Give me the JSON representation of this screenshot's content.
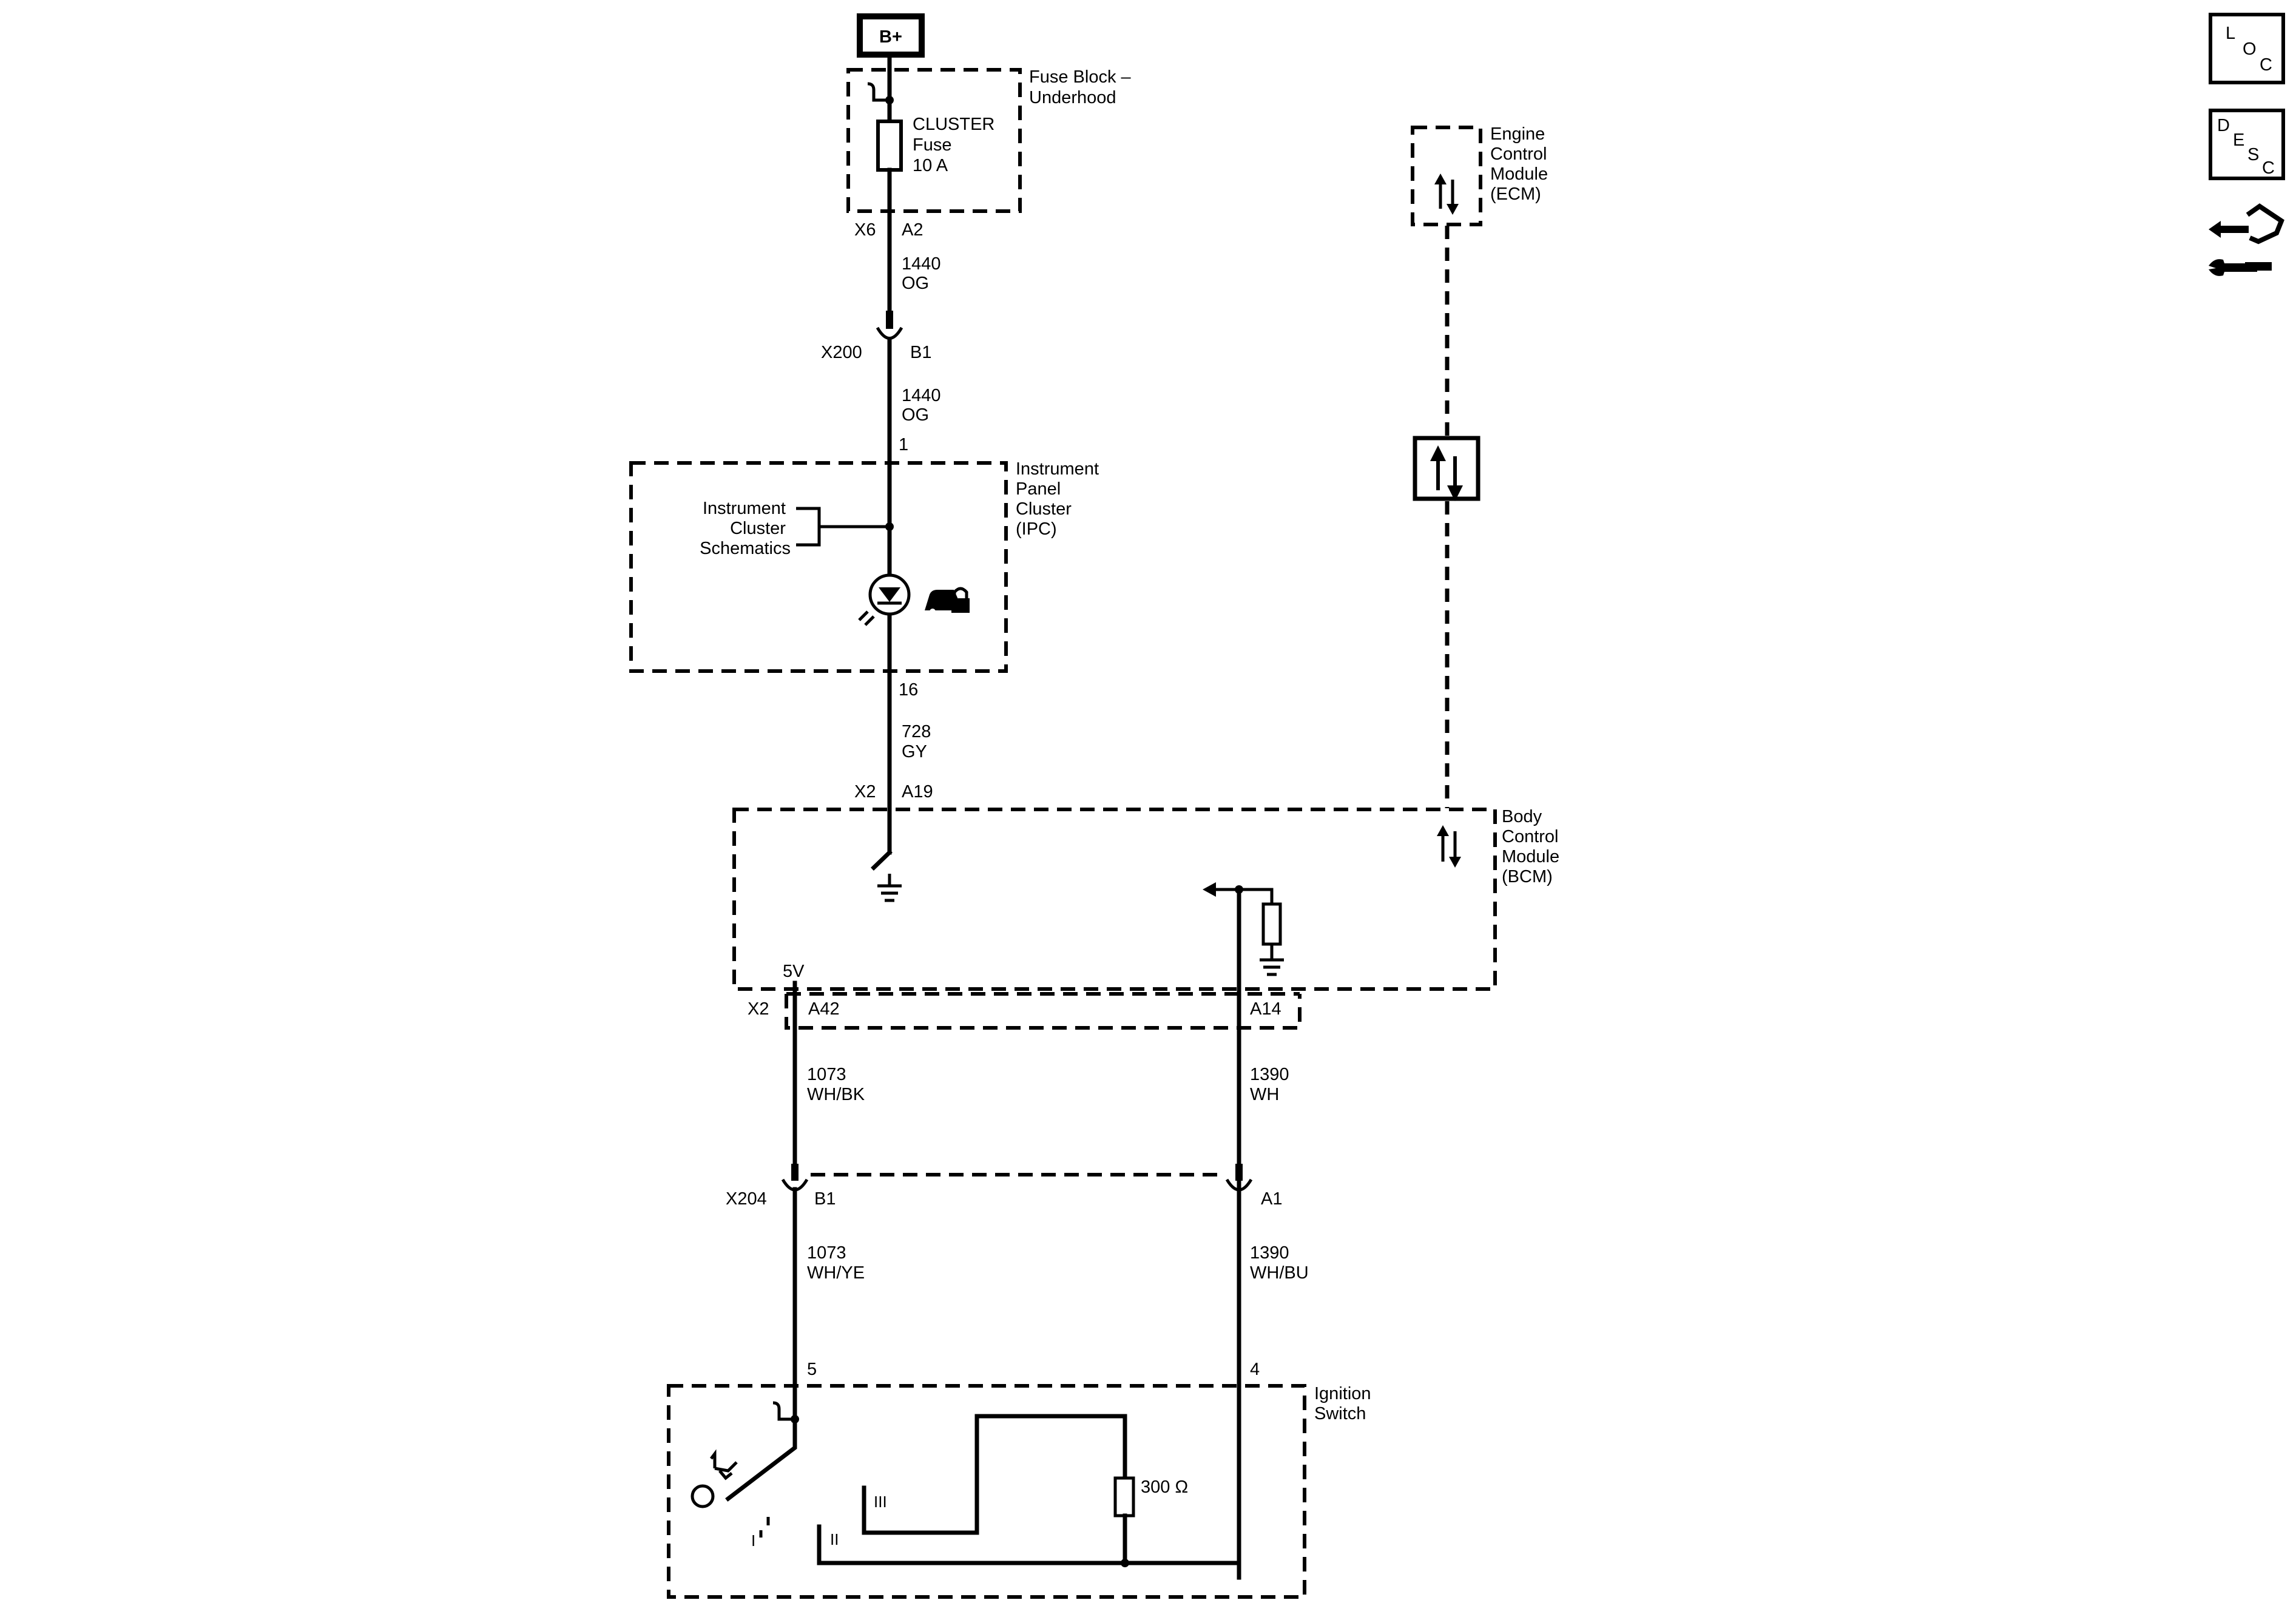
{
  "power": {
    "source_label": "B+"
  },
  "fuse_block": {
    "name_lines": [
      "Fuse Block –",
      "Underhood"
    ],
    "fuse_lines": [
      "CLUSTER",
      "Fuse",
      "10 A"
    ],
    "connector": "X6",
    "pin": "A2"
  },
  "wires": {
    "w1440a": {
      "circuit": "1440",
      "color": "OG"
    },
    "w1440b": {
      "circuit": "1440",
      "color": "OG"
    },
    "w728": {
      "circuit": "728",
      "color": "GY"
    },
    "w1073a": {
      "circuit": "1073",
      "color": "WH/BK"
    },
    "w1390a": {
      "circuit": "1390",
      "color": "WH"
    },
    "w1073b": {
      "circuit": "1073",
      "color": "WH/YE"
    },
    "w1390b": {
      "circuit": "1390",
      "color": "WH/BU"
    }
  },
  "connectors": {
    "x200": {
      "name": "X200",
      "pin": "B1"
    },
    "x204": {
      "name": "X204",
      "pin_left": "B1",
      "pin_right": "A1"
    },
    "bcm_x2_top": {
      "name": "X2",
      "pin": "A19"
    },
    "bcm_x2_bottom": {
      "name": "X2",
      "pin_left": "A42",
      "pin_right": "A14"
    }
  },
  "ipc": {
    "name_lines": [
      "Instrument",
      "Panel",
      "Cluster",
      "(IPC)"
    ],
    "ref_lines": [
      "Instrument",
      "Cluster",
      "Schematics"
    ],
    "pin_in": "1",
    "pin_out": "16"
  },
  "ecm": {
    "name_lines": [
      "Engine",
      "Control",
      "Module",
      "(ECM)"
    ]
  },
  "bcm": {
    "name_lines": [
      "Body",
      "Control",
      "Module",
      "(BCM)"
    ],
    "ref_voltage": "5V"
  },
  "ignition_switch": {
    "name_lines": [
      "Ignition",
      "Switch"
    ],
    "pin_left": "5",
    "pin_right": "4",
    "resistor": "300 Ω",
    "positions": [
      "I",
      "II",
      "III"
    ]
  },
  "side_icons": {
    "loc": [
      "L",
      "O",
      "C"
    ],
    "desc": [
      "D",
      "E",
      "S",
      "C"
    ],
    "nav_icon": "connector-repair-icon"
  }
}
